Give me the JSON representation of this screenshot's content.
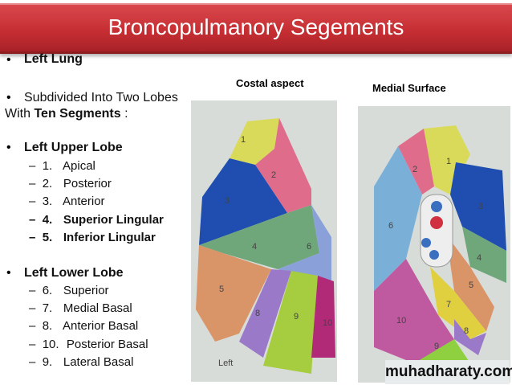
{
  "title": "Broncopulmanory Segements",
  "content": {
    "heading": "Left Lung",
    "subdivided": "Subdivided Into Two Lobes",
    "with_prefix": "With ",
    "with_bold": "Ten Segments",
    "with_suffix": " :",
    "upper_lobe": {
      "title": "Left Upper Lobe",
      "items": [
        {
          "num": "1.",
          "name": "Apical",
          "bold": false
        },
        {
          "num": "2.",
          "name": "Posterior",
          "bold": false
        },
        {
          "num": "3.",
          "name": "Anterior",
          "bold": false
        },
        {
          "num": "4.",
          "name": "Superior Lingular",
          "bold": true
        },
        {
          "num": "5.",
          "name": "Inferior Lingular",
          "bold": true
        }
      ]
    },
    "lower_lobe": {
      "title": "Left Lower Lobe",
      "items": [
        {
          "num": "6.",
          "name": "Superior"
        },
        {
          "num": "7.",
          "name": "Medial Basal"
        },
        {
          "num": "8.",
          "name": "Anterior Basal"
        },
        {
          "num": "10.",
          "name": "Posterior Basal"
        },
        {
          "num": "9.",
          "name": "Lateral Basal"
        }
      ]
    }
  },
  "figures": {
    "costal_label": "Costal aspect",
    "medial_label": "Medial Surface",
    "costal_footer": "Left",
    "costal_numbers": [
      "1",
      "2",
      "3",
      "4",
      "5",
      "6",
      "8",
      "9",
      "10"
    ],
    "medial_numbers": [
      "1",
      "2",
      "3",
      "4",
      "5",
      "6",
      "7",
      "8",
      "9",
      "10"
    ]
  },
  "watermark": "muhadharaty.com"
}
